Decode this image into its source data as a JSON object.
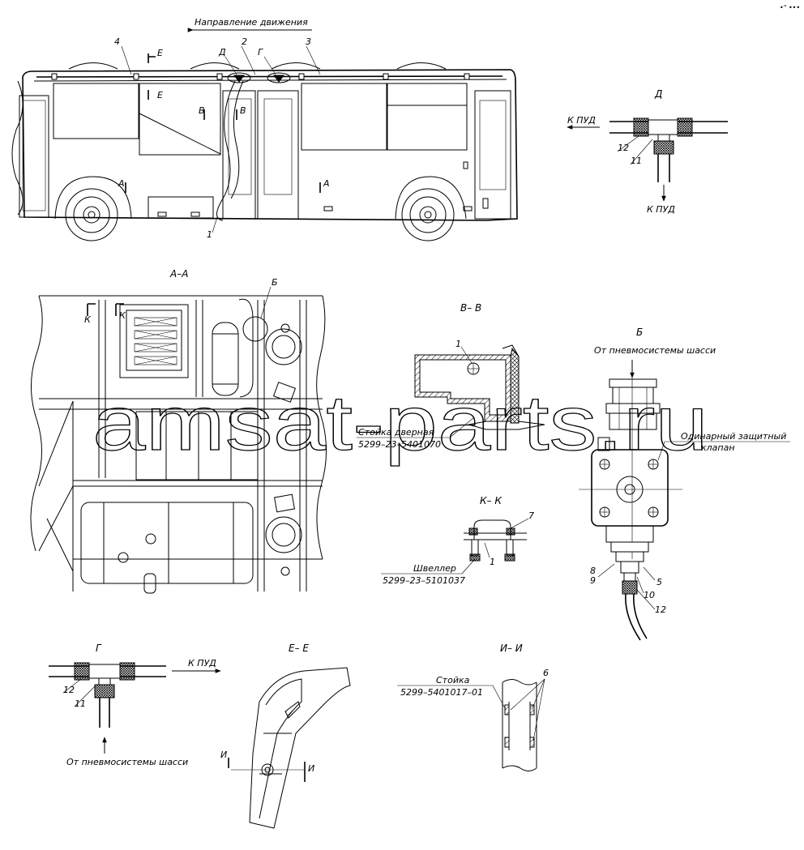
{
  "header": {
    "direction": "Направление движения",
    "corner_mark": "•\" •••"
  },
  "watermark": "amsat-parts.ru",
  "bus_view": {
    "callouts": {
      "c1": "1",
      "c2": "2",
      "c3": "3",
      "c4": "4",
      "d": "Д",
      "g": "Г",
      "e_top": "Е",
      "e_bottom": "Е",
      "v_left": "В",
      "v_right": "В",
      "a_left": "А",
      "a_right": "А"
    }
  },
  "detail_d": {
    "title": "Д",
    "to_pud_left": "К ПУД",
    "to_pud_bottom": "К ПУД",
    "n12": "12",
    "n11": "11"
  },
  "section_aa": {
    "title": "А–А",
    "callout_b": "Б",
    "k_left": "К",
    "k_right": "К"
  },
  "section_vv": {
    "title": "В– В",
    "n1": "1",
    "post_label": "Стойка дверная",
    "post_code": "5299–23–5401070"
  },
  "section_kk": {
    "title": "К– К",
    "n7": "7",
    "n1": "1",
    "channel_label": "Швеллер",
    "channel_code": "5299–23–5101037"
  },
  "detail_b": {
    "title": "Б",
    "from_label": "От пневмосистемы шасси",
    "valve_label_1": "Одинарный защитный",
    "valve_label_2": "клапан",
    "n8": "8",
    "n9": "9",
    "n5": "5",
    "n10": "10",
    "n12": "12"
  },
  "detail_g": {
    "title": "Г",
    "to_pud": "К ПУД",
    "n12": "12",
    "n11": "11",
    "from_label": "От пневмосистемы шасси"
  },
  "section_ee": {
    "title": "Е– Е",
    "i_left": "И",
    "i_right": "И"
  },
  "section_ii": {
    "title": "И– И",
    "post_label": "Стойка",
    "post_code": "5299–5401017–01",
    "n6": "6"
  }
}
